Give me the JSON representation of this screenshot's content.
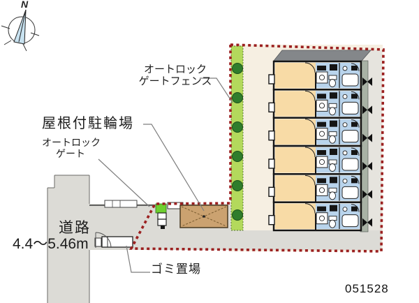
{
  "plan": {
    "id": "051528"
  },
  "compass": {
    "north_label": "N"
  },
  "labels": {
    "autolock_fence_line1": "オートロック",
    "autolock_fence_line2": "ゲートフェンス",
    "bicycle_parking": "屋根付駐輪場",
    "autolock_gate_line1": "オートロック",
    "autolock_gate_line2": "ゲート",
    "road": "道路",
    "road_width": "4.4〜5.46m",
    "garbage": "ゴミ置場"
  },
  "building": {
    "unit_count": 6
  },
  "landscaping": {
    "tree_count": 6
  },
  "colors": {
    "boundary_red": "#9b2020",
    "room_beige": "#f8dba6",
    "wet_area_blue": "#b9d4ec",
    "hedge_green": "#b3d95c",
    "tree_green": "#2f7d2c",
    "bike_roof_tan": "#cba270",
    "gate_green": "#6ecf2f",
    "paving_gray": "#dcdbd6",
    "site_cream": "#f6efe2",
    "roof_band_gray": "#84878a",
    "corridor_gray": "#a9b2a5",
    "wall_black": "#151515"
  }
}
